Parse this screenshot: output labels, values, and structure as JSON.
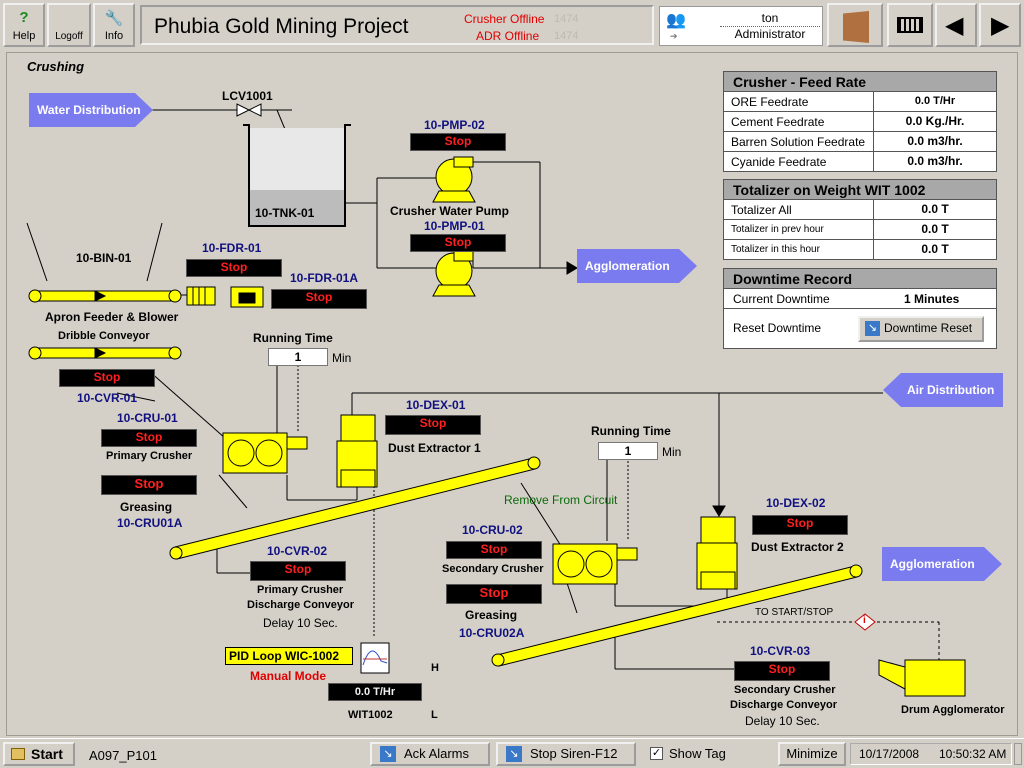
{
  "header": {
    "help_label": "Help",
    "logoff_label": "Logoff",
    "info_label": "Info",
    "title": "Phubia Gold Mining Project",
    "crusher_status": "Crusher Offline",
    "adr_status": "ADR Offline",
    "ghost_1": "1474",
    "ghost_2": "1474",
    "user_name": "ton",
    "user_role": "Administrator"
  },
  "section_title": "Crushing",
  "flows": {
    "water_distribution": "Water Distribution",
    "agglomeration_1": "Agglomeration",
    "air_distribution": "Air Distribution",
    "agglomeration_2": "Agglomeration"
  },
  "equipment": {
    "lcv": "LCV1001",
    "tank": "10-TNK-01",
    "pump1_tag": "10-PMP-02",
    "pump1_status": "Stop",
    "pump_label": "Crusher Water Pump",
    "pump2_tag": "10-PMP-01",
    "pump2_status": "Stop",
    "bin": "10-BIN-01",
    "fdr_tag": "10-FDR-01",
    "fdr_status": "Stop",
    "fdra_tag": "10-FDR-01A",
    "fdra_status": "Stop",
    "apron_label": "Apron Feeder & Blower",
    "dribble_label": "Dribble Conveyor",
    "cvr01_status": "Stop",
    "cvr01_tag": "10-CVR-01",
    "running_time_1_label": "Running Time",
    "running_time_1_value": "1",
    "running_time_1_unit": "Min",
    "cru01_tag": "10-CRU-01",
    "cru01_status": "Stop",
    "cru01_label": "Primary Crusher",
    "grease1_status": "Stop",
    "grease1_label": "Greasing",
    "grease1_tag": "10-CRU01A",
    "dex01_tag": "10-DEX-01",
    "dex01_status": "Stop",
    "dex01_label": "Dust Extractor 1",
    "running_time_2_label": "Running Time",
    "running_time_2_value": "1",
    "running_time_2_unit": "Min",
    "remove_label": "Remove From Circuit",
    "cvr02_tag": "10-CVR-02",
    "cvr02_status": "Stop",
    "cvr02_label_1": "Primary Crusher",
    "cvr02_label_2": "Discharge Conveyor",
    "cvr02_delay": "Delay 10 Sec.",
    "cru02_tag": "10-CRU-02",
    "cru02_status": "Stop",
    "cru02_label": "Secondary Crusher",
    "grease2_status": "Stop",
    "grease2_label": "Greasing",
    "grease2_tag": "10-CRU02A",
    "dex02_tag": "10-DEX-02",
    "dex02_status": "Stop",
    "dex02_label": "Dust Extractor 2",
    "to_start_stop": "TO START/STOP",
    "cvr03_tag": "10-CVR-03",
    "cvr03_status": "Stop",
    "cvr03_label_1": "Secondary Crusher",
    "cvr03_label_2": "Discharge Conveyor",
    "cvr03_delay": "Delay 10 Sec.",
    "drum_label": "Drum Agglomerator",
    "pid_label": "PID Loop WIC-1002",
    "pid_mode": "Manual Mode",
    "wit_value": "0.0 T/Hr",
    "wit_tag": "WIT1002",
    "wit_h": "H",
    "wit_l": "L"
  },
  "feed_rate": {
    "title": "Crusher - Feed Rate",
    "rows": [
      {
        "label": "ORE Feedrate",
        "value": "0.0 T/Hr"
      },
      {
        "label": "Cement Feedrate",
        "value": "0.0 Kg./Hr."
      },
      {
        "label": "Barren Solution Feedrate",
        "value": "0.0 m3/hr."
      },
      {
        "label": "Cyanide Feedrate",
        "value": "0.0 m3/hr."
      }
    ]
  },
  "totalizer": {
    "title": "Totalizer on Weight WIT 1002",
    "rows": [
      {
        "label": "Totalizer All",
        "value": "0.0 T"
      },
      {
        "label": "Totalizer in prev hour",
        "value": "0.0 T"
      },
      {
        "label": "Totalizer in this hour",
        "value": "0.0 T"
      }
    ]
  },
  "downtime": {
    "title": "Downtime Record",
    "current_label": "Current Downtime",
    "current_value": "1 Minutes",
    "reset_label": "Reset Downtime",
    "reset_button": "Downtime Reset"
  },
  "taskbar": {
    "start": "Start",
    "screen_id": "A097_P101",
    "ack_alarms": "Ack Alarms",
    "stop_siren": "Stop Siren-F12",
    "show_tag": "Show Tag",
    "show_tag_checked": true,
    "minimize": "Minimize",
    "date": "10/17/2008",
    "time": "10:50:32 AM"
  },
  "colors": {
    "equipment_yellow": "#ffff00",
    "flow_arrow": "#7b7bf0",
    "status_text": "#ff2020",
    "tag_blue": "#101080"
  }
}
